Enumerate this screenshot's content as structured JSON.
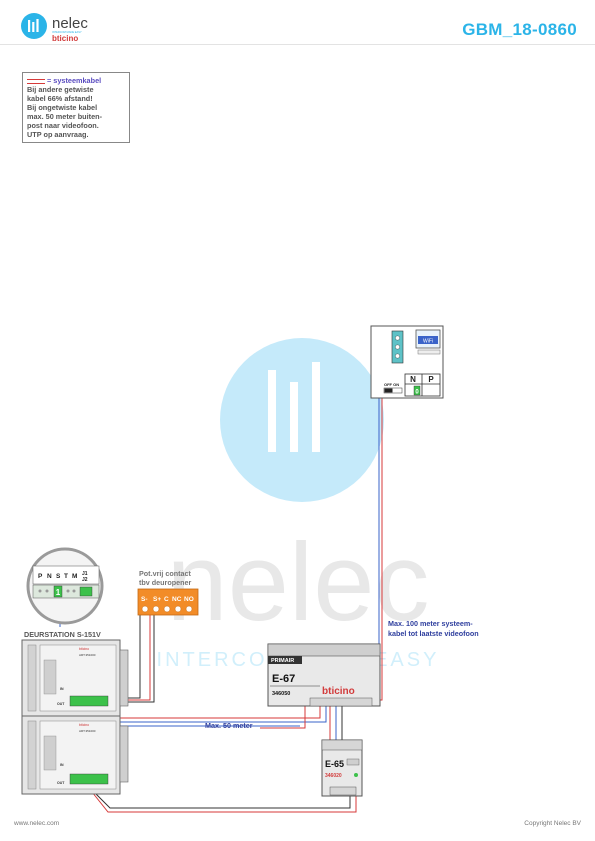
{
  "header": {
    "brand": "nelec",
    "brand_tagline": "INTERCOM MADE EASY",
    "partner_brand": "bticino",
    "doc_code": "GBM_18-0860"
  },
  "note": {
    "legend_label": "= systeemkabel",
    "lines": [
      "Bij andere getwiste",
      "kabel 66% afstand!",
      "Bij ongetwiste kabel",
      "max. 50 meter buiten-",
      "post naar videofoon.",
      "UTP op aanvraag."
    ]
  },
  "terminal_block": {
    "labels": [
      "P",
      "N",
      "S",
      "T",
      "M",
      "J1",
      "J2"
    ],
    "switch_value": "1"
  },
  "contact": {
    "title_line1": "Pot.vrij contact",
    "title_line2": "tbv deuropener",
    "terminals": [
      "S-",
      "S+",
      "C",
      "NC",
      "NO"
    ]
  },
  "door_station": {
    "title": "DEURSTATION S-151V",
    "module_code": "ART.351000",
    "in_label": "IN",
    "out_label": "OUT"
  },
  "monitor": {
    "wifi_label": "WiFi",
    "n_label": "N",
    "p_label": "P",
    "p_value": "0",
    "switch_label": "OFF ON"
  },
  "e67": {
    "top_label": "PRIMAIR",
    "model": "E-67",
    "code": "346050",
    "brand": "bticino"
  },
  "e65": {
    "model": "E-65",
    "code": "346020"
  },
  "notes": {
    "max100_line1": "Max. 100 meter systeem-",
    "max100_line2": "kabel tot laatste videofoon",
    "max50": "Max. 50 meter"
  },
  "watermark": {
    "word": "nelec",
    "tagline": "INTERCOM MADE EASY"
  },
  "footer": {
    "left": "www.nelec.com",
    "right": "Copyright Nelec BV"
  },
  "colors": {
    "accent_blue": "#2bb4e8",
    "cable_red": "#d73a3a",
    "cable_blue": "#3a63c9",
    "contact_orange": "#f28c28",
    "terminal_green": "#3cc14a"
  }
}
